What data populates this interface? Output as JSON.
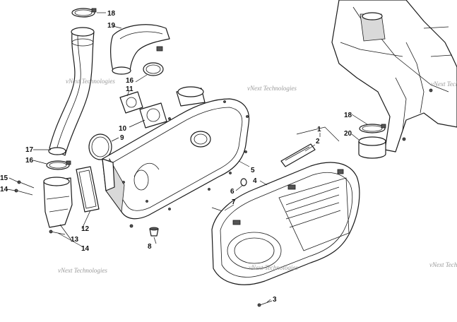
{
  "callouts": [
    {
      "id": "c1",
      "label": "1"
    },
    {
      "id": "c2",
      "label": "2"
    },
    {
      "id": "c3",
      "label": "3"
    },
    {
      "id": "c4",
      "label": "4"
    },
    {
      "id": "c5",
      "label": "5"
    },
    {
      "id": "c6",
      "label": "6"
    },
    {
      "id": "c7",
      "label": "7"
    },
    {
      "id": "c8",
      "label": "8"
    },
    {
      "id": "c9",
      "label": "9"
    },
    {
      "id": "c10",
      "label": "10"
    },
    {
      "id": "c11",
      "label": "11"
    },
    {
      "id": "c12",
      "label": "12"
    },
    {
      "id": "c13",
      "label": "13"
    },
    {
      "id": "c14a",
      "label": "14"
    },
    {
      "id": "c14b",
      "label": "14"
    },
    {
      "id": "c15",
      "label": "15"
    },
    {
      "id": "c16a",
      "label": "16"
    },
    {
      "id": "c16b",
      "label": "16"
    },
    {
      "id": "c17",
      "label": "17"
    },
    {
      "id": "c18a",
      "label": "18"
    },
    {
      "id": "c18b",
      "label": "18"
    },
    {
      "id": "c19",
      "label": "19"
    },
    {
      "id": "c20",
      "label": "20"
    }
  ],
  "watermark": {
    "text": "vNext Technologies"
  },
  "colors": {
    "line": "#1a1a1a",
    "background": "#ffffff",
    "watermark": "#9a9a9a"
  }
}
